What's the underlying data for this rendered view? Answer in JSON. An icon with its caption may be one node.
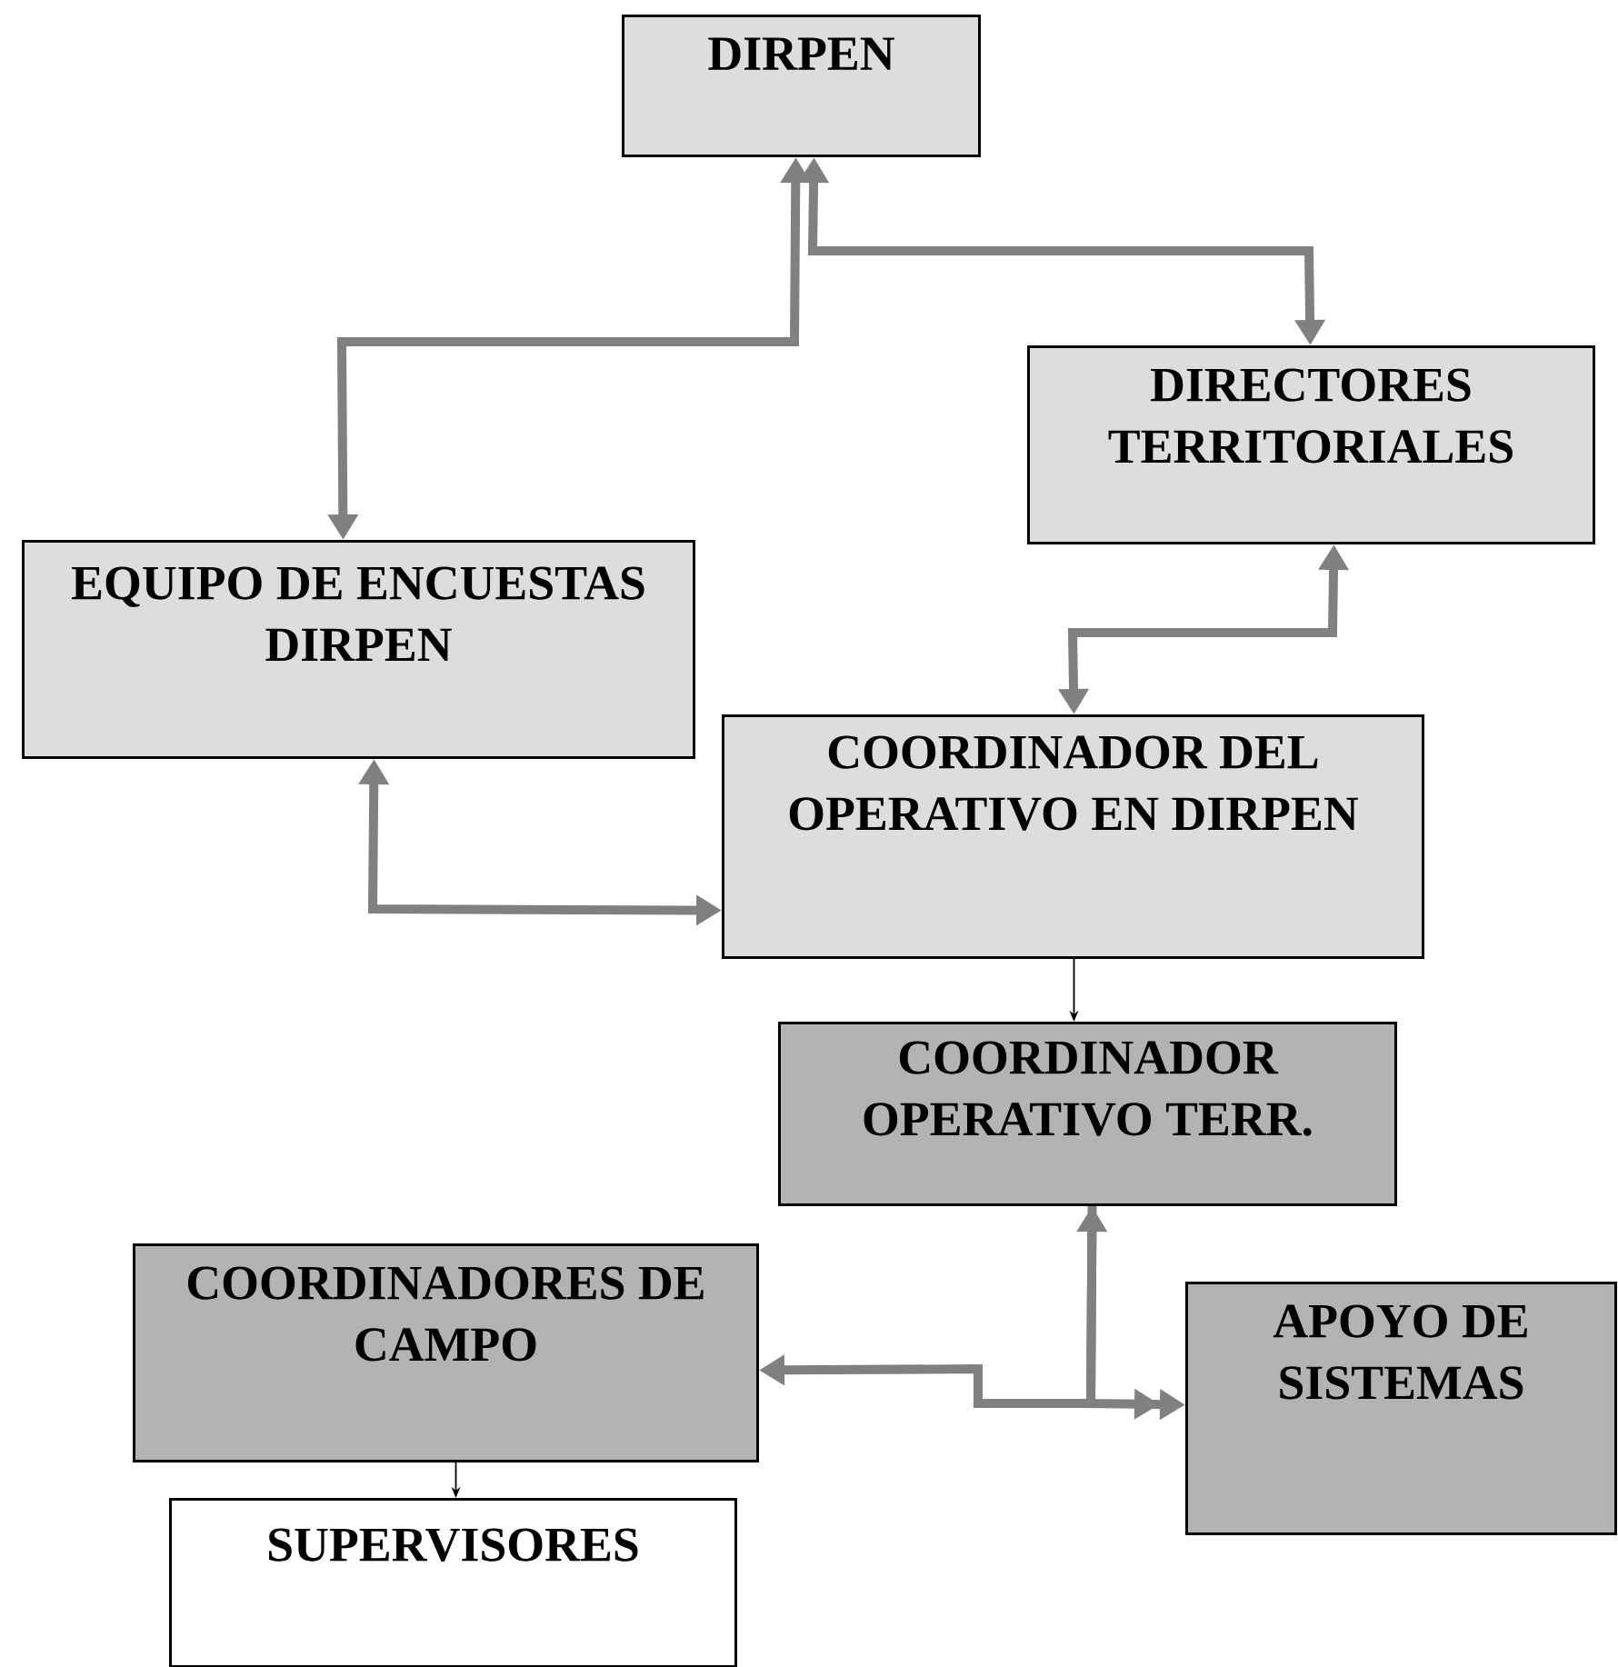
{
  "diagram": {
    "nodes": [
      {
        "text": [
          "DIRPEN"
        ]
      },
      {
        "text": [
          "DIRECTORES TERRITORIALES"
        ]
      },
      {
        "text": [
          "EQUIPO DE ENCUESTAS DIRPEN"
        ]
      },
      {
        "text": [
          "COORDINADOR DEL OPERATIVO EN DIRPEN"
        ]
      },
      {
        "text": [
          "COORDINADOR OPERATIVO TERR."
        ]
      },
      {
        "text": [
          "COORDINADORES DE CAMPO"
        ]
      },
      {
        "text": [
          "APOYO DE SISTEMAS"
        ]
      },
      {
        "text": [
          "SUPERVISORES"
        ]
      }
    ],
    "edges": [
      {
        "from": 2,
        "to": 0,
        "arrow": "both"
      },
      {
        "from": 1,
        "to": 0,
        "arrow": "both"
      },
      {
        "from": 3,
        "to": 1,
        "arrow": "both"
      },
      {
        "from": 2,
        "to": 3,
        "arrow": "both"
      },
      {
        "from": 3,
        "to": 4,
        "arrow": "to",
        "color": "#000000"
      },
      {
        "from": 4,
        "to": 5,
        "arrow": "to"
      },
      {
        "from": 4,
        "to": 6,
        "arrow": "both"
      },
      {
        "from": 5,
        "to": 7,
        "arrow": "to",
        "color": "#000000"
      }
    ]
  }
}
